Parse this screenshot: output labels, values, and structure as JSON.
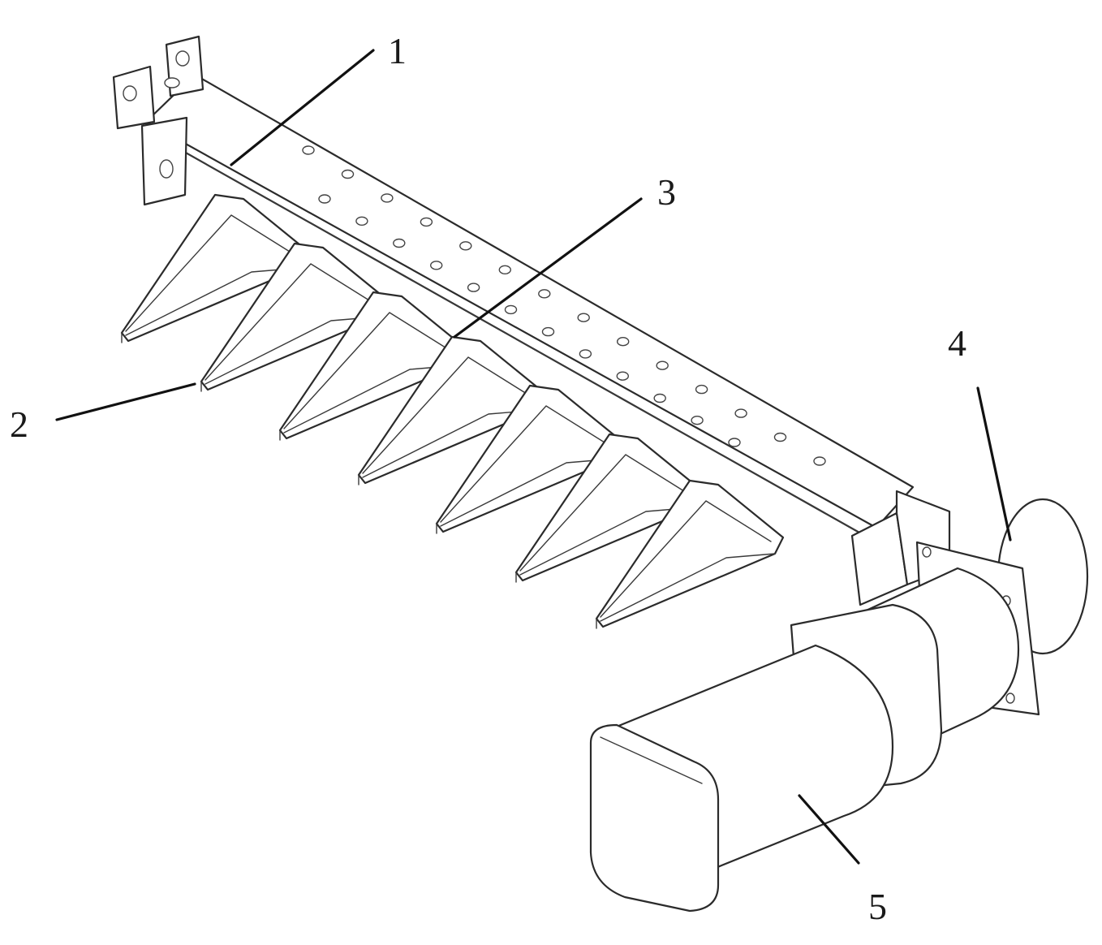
{
  "figure": {
    "callouts": [
      {
        "id": "frame",
        "label": "1"
      },
      {
        "id": "cutter-guard",
        "label": "2"
      },
      {
        "id": "moving-blade",
        "label": "3"
      },
      {
        "id": "coupling",
        "label": "4"
      },
      {
        "id": "motor",
        "label": "5"
      }
    ]
  }
}
